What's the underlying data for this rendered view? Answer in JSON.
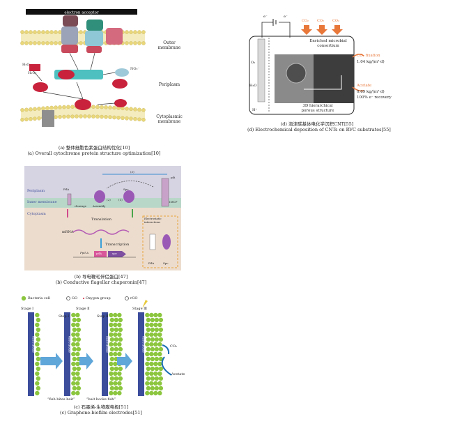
{
  "panel_a": {
    "title_bar": "electron acceptor",
    "labels": {
      "outer_membrane": "Outer\nmembrane",
      "periplasm": "Periplasm",
      "cytoplasmic_membrane": "Cytoplasmic\nmembrane"
    },
    "molecules": {
      "h2o": "H₂O",
      "h2o2": "H₂O₂",
      "no2": "NO₂⁻"
    },
    "caption_cn": "(a) 整体细胞色素蛋白结构优化[10]",
    "caption_en": "(a) Overall cytochrome protein structure optimization[10]"
  },
  "panel_b": {
    "labels": {
      "periplasm": "Periplasm",
      "inner_membrane": "Inner membrane",
      "cytoplasm": "Cytoplasm",
      "translation": "Translation",
      "mrna": "mRNA",
      "transcription": "Transcription",
      "electrostatic": "Electrostatic interactions",
      "pila_box": "PilA",
      "spc_box": "Spc",
      "pila": "PilA",
      "spc": "Spc",
      "cleavage": "cleavage",
      "assembly": "Assembly",
      "pili": "pili",
      "imcp": "IMCP",
      "promoter": "Ppil A",
      "gene1": "pilA",
      "gene2": "spc",
      "step1": "(1)",
      "step2": "(2)",
      "step3": "(3)"
    },
    "caption_cn": "(b) 导电鞭毛伴侣蛋白[47]",
    "caption_en": "(b) Conductive flagellar chaperonin[47]"
  },
  "panel_c": {
    "legend": {
      "cell": "Bacteria cell",
      "go": "GO",
      "oxygen": "Oxygen group",
      "rgo": "rGO"
    },
    "stages": {
      "s1": "Stage Ⅰ",
      "step1": "Step Ⅰ",
      "s2": "Stage Ⅱ",
      "step2": "Step Ⅱ",
      "s3": "Stage Ⅲ"
    },
    "electrode": "electrode",
    "co2": "CO₂",
    "acetate": "Acetate",
    "quote1": "“fish bites bait”",
    "quote2": "“bait hooks fish”",
    "caption_cn": "(c) 石墨烯-生物膜电极[51]",
    "caption_en": "(c) Graphene-biofilm electrodes[51]"
  },
  "panel_d": {
    "e1": "e⁻",
    "e2": "e⁻",
    "co2_1": "CO₂",
    "co2_2": "CO₂",
    "co2_3": "CO₂",
    "consortium": "Enriched microbial\nconsortium",
    "o2": "O₂",
    "h2o": "H₂O",
    "co2_fixation": "CO₂ fixation",
    "fixation_rate": "1.04 kg/(m²·d)",
    "acetate": "Acetate",
    "acetate_rate": "0.69 kg/(m²·d)",
    "recovery": "100% e⁻ recovery",
    "porous": "3D hierarchical\nporous structure",
    "hplus": "H⁺",
    "caption_cn": "(d) 泡沫碳基体电化学沉积CNT[55]",
    "caption_en": "(d) Electrochemical deposition of CNTs on RVC substrates[55]"
  },
  "colors": {
    "accent_orange": "#e8773a",
    "membrane_yellow": "#e9d77a",
    "protein_red": "#c8223c",
    "electrode_blue": "#3c4d9c",
    "cell_green": "#8cc63f",
    "arrow_blue": "#5fa6d9",
    "panel_b_bg_top": "#d6d3e2",
    "panel_b_bg_bottom": "#ecdccd"
  }
}
